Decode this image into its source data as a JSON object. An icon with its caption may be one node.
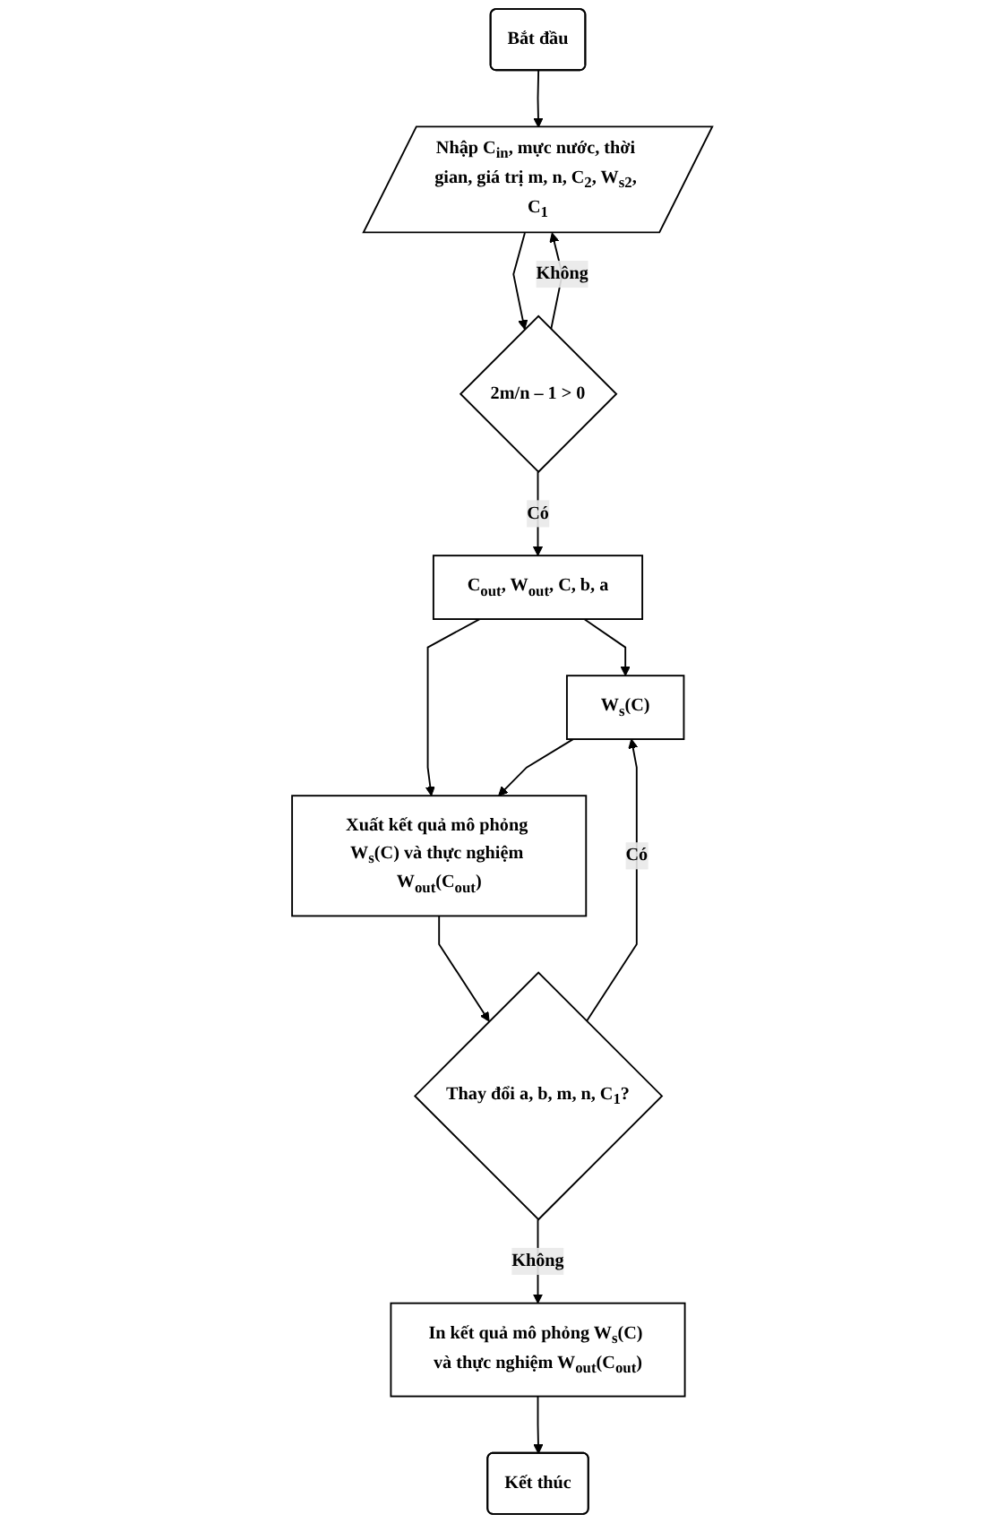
{
  "diagram": {
    "nodes": [
      {
        "text": [
          "Bắt đầu"
        ]
      },
      {
        "text": [
          "Nhập C$_{in}$, mực nước, thời gian, giá trị m, n, C$_{2}$, W$_{s2}$, C$_{1}$"
        ]
      },
      {
        "text": [
          "2m/n – 1 > 0"
        ]
      },
      {
        "text": [
          "C$_{out}$, W$_{out}$, C, b, a"
        ]
      },
      {
        "text": [
          "W$_{s}$(C)"
        ]
      },
      {
        "text": [
          "Xuất kết quả mô phỏng W$_{s}$(C) và thực nghiệm W$_{out}$(C$_{out}$)"
        ]
      },
      {
        "text": [
          "Thay đổi a, b, m, n, C$_{1}$?"
        ]
      },
      {
        "text": [
          "In kết quả mô phỏng W$_{s}$(C) và thực nghiệm W$_{out}$(C$_{out}$)"
        ]
      },
      {
        "text": [
          "Kết thúc"
        ]
      }
    ],
    "edges": [
      {
        "from": 0,
        "to": 1,
        "arrow": "to"
      },
      {
        "from": 1,
        "to": 2,
        "arrow": "to"
      },
      {
        "from": 2,
        "to": 1,
        "arrow": "to",
        "label": "Không"
      },
      {
        "from": 2,
        "to": 3,
        "arrow": "to",
        "label": "Có"
      },
      {
        "from": 3,
        "to": 4,
        "arrow": "to"
      },
      {
        "from": 3,
        "to": 5,
        "arrow": "to"
      },
      {
        "from": 4,
        "to": 5,
        "arrow": "to"
      },
      {
        "from": 5,
        "to": 6,
        "arrow": "to"
      },
      {
        "from": 6,
        "to": 4,
        "arrow": "to",
        "label": "Có"
      },
      {
        "from": 6,
        "to": 7,
        "arrow": "to",
        "label": "Không"
      },
      {
        "from": 7,
        "to": 8,
        "arrow": "to"
      }
    ]
  }
}
